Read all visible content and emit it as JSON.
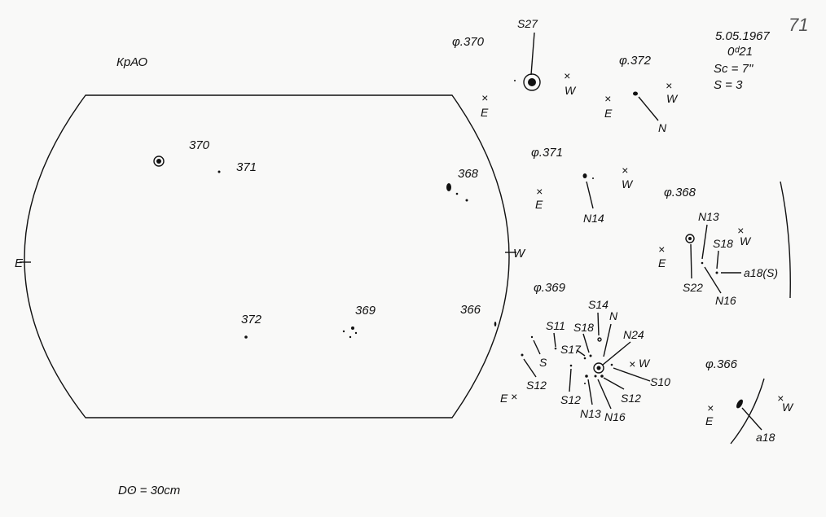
{
  "header": {
    "observatory": "КрАО",
    "date": "5.05.1967",
    "time": "0ᵈ21",
    "seeing": "Sc = 7\"",
    "s_value": "S = 3",
    "sheet_number": "71"
  },
  "disc": {
    "east_label": "E",
    "west_label": "W",
    "diameter_note": "Dʘ = 30cm",
    "groups": [
      "370",
      "371",
      "368",
      "372",
      "369",
      "366"
    ]
  },
  "groups": {
    "g370": {
      "title": "φ.370",
      "labels": [
        "S27",
        "E",
        "W"
      ]
    },
    "g372": {
      "title": "φ.372",
      "labels": [
        "E",
        "W",
        "N"
      ]
    },
    "g371": {
      "title": "φ.371",
      "labels": [
        "E",
        "W",
        "N14"
      ]
    },
    "g368": {
      "title": "φ.368",
      "labels": [
        "N13",
        "S18",
        "W",
        "E",
        "S22",
        "N16",
        "a18(S)"
      ]
    },
    "g369": {
      "title": "φ.369",
      "labels": [
        "S14",
        "N",
        "S11",
        "S18",
        "N24",
        "S17",
        "W",
        "S",
        "S10",
        "S12",
        "S12",
        "S12",
        "E",
        "N13",
        "N16"
      ]
    },
    "g366": {
      "title": "φ.366",
      "labels": [
        "E",
        "W",
        "a18"
      ]
    }
  }
}
